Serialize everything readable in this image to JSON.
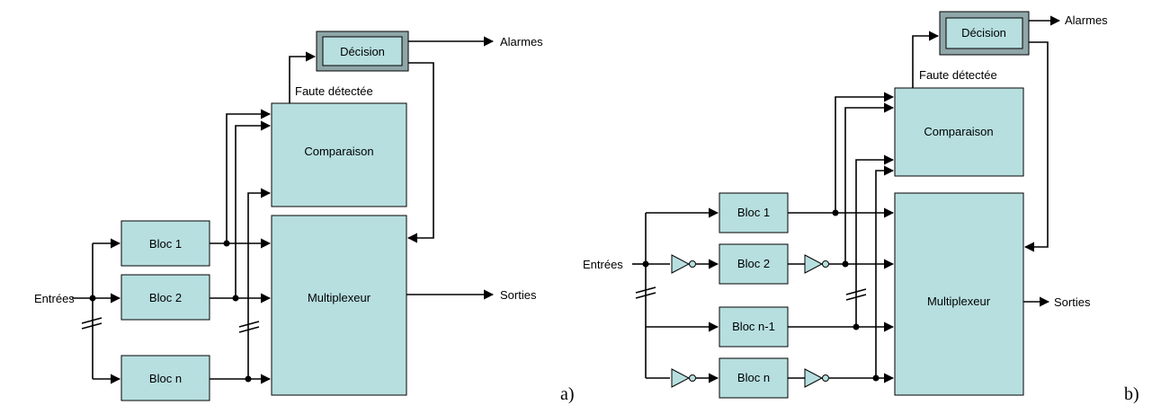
{
  "diagram_a": {
    "caption": "a)",
    "inputs_label": "Entrées",
    "outputs_label": "Sorties",
    "alarms_label": "Alarmes",
    "fault_label": "Faute détectée",
    "decision_label": "Décision",
    "comparison_label": "Comparaison",
    "multiplexer_label": "Multiplexeur",
    "blocks": [
      "Bloc 1",
      "Bloc 2",
      "Bloc n"
    ]
  },
  "diagram_b": {
    "caption": "b)",
    "inputs_label": "Entrées",
    "outputs_label": "Sorties",
    "alarms_label": "Alarmes",
    "fault_label": "Faute détectée",
    "decision_label": "Décision",
    "comparison_label": "Comparaison",
    "multiplexer_label": "Multiplexeur",
    "blocks": [
      "Bloc 1",
      "Bloc 2",
      "Bloc n-1",
      "Bloc n"
    ]
  },
  "colors": {
    "block_fill": "#b7dfe0",
    "decision_bevel": "#8fa6a8",
    "line": "#000000"
  }
}
